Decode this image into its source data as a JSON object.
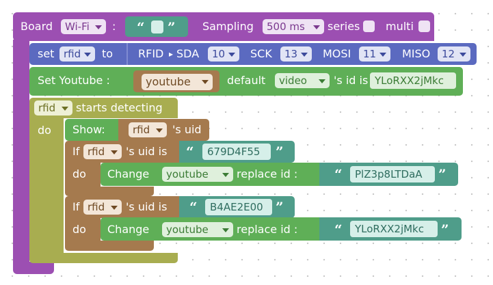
{
  "board_block": {
    "board_label": "Board",
    "board_value": "Wi-Fi",
    "colon": ":",
    "quote_open": "“",
    "quote_close": "”",
    "sampling_label": "Sampling",
    "sampling_value": "500 ms",
    "series_label": "series",
    "multi_label": "multi"
  },
  "set_block": {
    "set_label": "set",
    "var_value": "rfid",
    "to_label": "to",
    "rfid_label": "RFID",
    "sda_label": "SDA",
    "sda_value": "10",
    "sck_label": "SCK",
    "sck_value": "13",
    "mosi_label": "MOSI",
    "mosi_value": "11",
    "miso_label": "MISO",
    "miso_value": "12"
  },
  "youtube_block": {
    "set_label": "Set Youtube :",
    "var_value": "youtube",
    "default_label": "default",
    "video_value": "video",
    "id_label": "'s id is",
    "id_value": "YLoRXX2jMkc"
  },
  "detect_block": {
    "var_value": "rfid",
    "label": "starts detecting",
    "do_label": "do"
  },
  "show_block": {
    "label": "Show:",
    "var_value": "rfid",
    "uid_label": "'s uid"
  },
  "if_blocks": [
    {
      "if_label": "If",
      "var_value": "rfid",
      "uid_label": "'s uid is",
      "uid_value": "679D4F55",
      "do_label": "do",
      "change_label": "Change",
      "target_value": "youtube",
      "replace_label": "replace id :",
      "new_id": "PlZ3p8LTDaA"
    },
    {
      "if_label": "If",
      "var_value": "rfid",
      "uid_label": "'s uid is",
      "uid_value": "B4AE2E00",
      "do_label": "do",
      "change_label": "Change",
      "target_value": "youtube",
      "replace_label": "replace id :",
      "new_id": "YLoRXX2jMkc"
    }
  ],
  "colors": {
    "purple": "#9c4fb2",
    "indigo": "#5b6ac0",
    "green": "#5faf57",
    "olive": "#a8ad50",
    "brown": "#a57a4e",
    "teal": "#4f9d8a"
  }
}
